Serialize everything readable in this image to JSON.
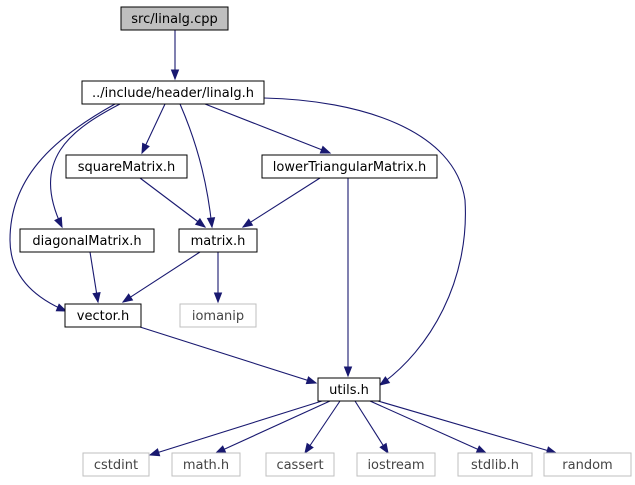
{
  "nodes": {
    "linalg_cpp": {
      "label": "src/linalg.cpp",
      "kind": "root"
    },
    "linalg_h": {
      "label": "../include/header/linalg.h",
      "kind": "file"
    },
    "squareMatrix_h": {
      "label": "squareMatrix.h",
      "kind": "file"
    },
    "lowerTriangularMatrix_h": {
      "label": "lowerTriangularMatrix.h",
      "kind": "file"
    },
    "diagonalMatrix_h": {
      "label": "diagonalMatrix.h",
      "kind": "file"
    },
    "matrix_h": {
      "label": "matrix.h",
      "kind": "file"
    },
    "vector_h": {
      "label": "vector.h",
      "kind": "file"
    },
    "iomanip": {
      "label": "iomanip",
      "kind": "system"
    },
    "utils_h": {
      "label": "utils.h",
      "kind": "file"
    },
    "cstdint": {
      "label": "cstdint",
      "kind": "system"
    },
    "math_h": {
      "label": "math.h",
      "kind": "system"
    },
    "cassert": {
      "label": "cassert",
      "kind": "system"
    },
    "iostream": {
      "label": "iostream",
      "kind": "system"
    },
    "stdlib_h": {
      "label": "stdlib.h",
      "kind": "system"
    },
    "random": {
      "label": "random",
      "kind": "system"
    }
  },
  "edges": [
    [
      "linalg_cpp",
      "linalg_h"
    ],
    [
      "linalg_h",
      "squareMatrix_h"
    ],
    [
      "linalg_h",
      "lowerTriangularMatrix_h"
    ],
    [
      "linalg_h",
      "diagonalMatrix_h"
    ],
    [
      "linalg_h",
      "matrix_h"
    ],
    [
      "linalg_h",
      "vector_h"
    ],
    [
      "linalg_h",
      "utils_h"
    ],
    [
      "squareMatrix_h",
      "matrix_h"
    ],
    [
      "lowerTriangularMatrix_h",
      "matrix_h"
    ],
    [
      "lowerTriangularMatrix_h",
      "utils_h"
    ],
    [
      "diagonalMatrix_h",
      "vector_h"
    ],
    [
      "matrix_h",
      "vector_h"
    ],
    [
      "matrix_h",
      "iomanip"
    ],
    [
      "vector_h",
      "utils_h"
    ],
    [
      "utils_h",
      "cstdint"
    ],
    [
      "utils_h",
      "math_h"
    ],
    [
      "utils_h",
      "cassert"
    ],
    [
      "utils_h",
      "iostream"
    ],
    [
      "utils_h",
      "stdlib_h"
    ],
    [
      "utils_h",
      "random"
    ]
  ],
  "colors": {
    "edge": "#191970",
    "root_fill": "#bfbfbf",
    "node_border": "#000000",
    "system_border": "#bfbfbf",
    "node_fill": "#ffffff",
    "system_text": "#444444"
  }
}
